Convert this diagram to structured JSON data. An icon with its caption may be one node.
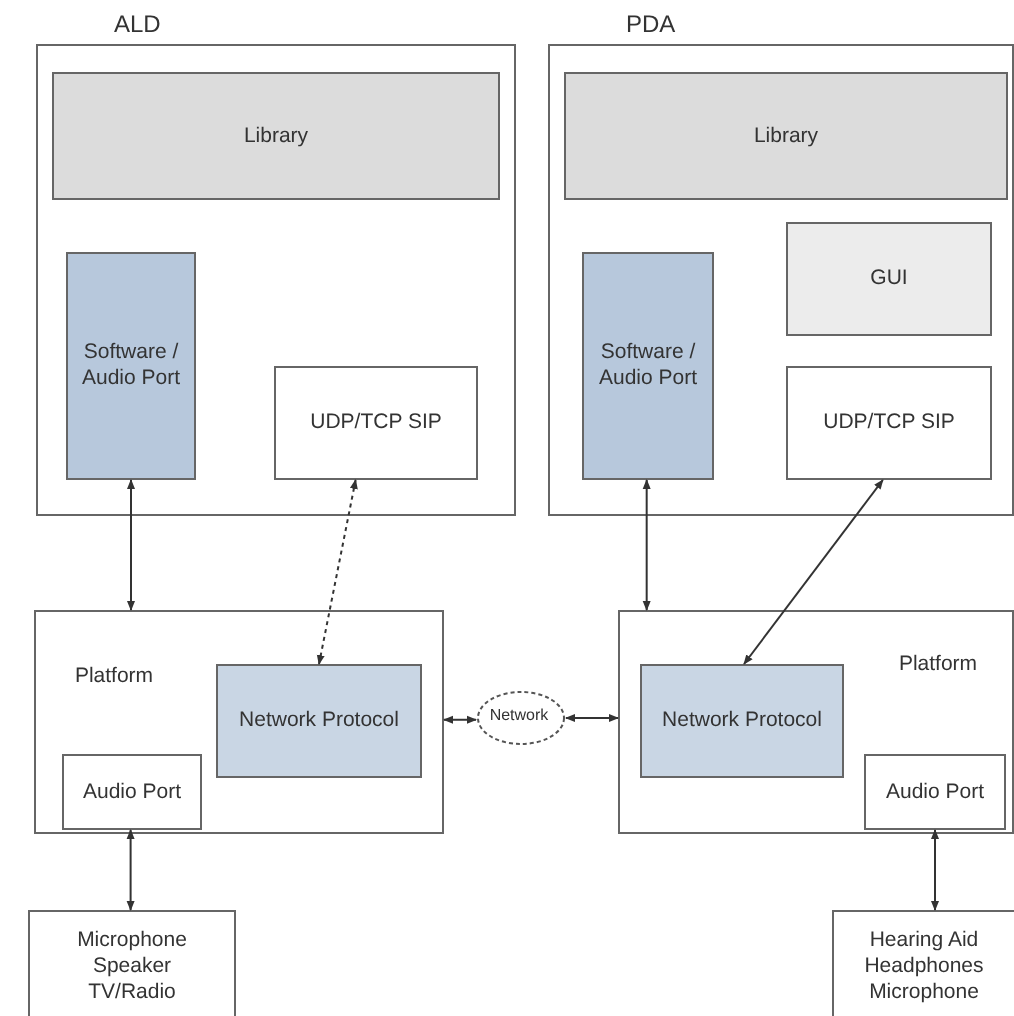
{
  "diagram": {
    "nodes": [
      {
        "text": [
          "ALD"
        ]
      },
      {
        "text": [
          "Library"
        ],
        "in": 0
      },
      {
        "text": [
          "Software / Audio Port"
        ],
        "in": 0
      },
      {
        "text": [
          "UDP/TCP SIP"
        ],
        "in": 0
      },
      {
        "text": [
          "PDA"
        ]
      },
      {
        "text": [
          "Library"
        ],
        "in": 4
      },
      {
        "text": [
          "GUI"
        ],
        "in": 4
      },
      {
        "text": [
          "Software / Audio Port"
        ],
        "in": 4
      },
      {
        "text": [
          "UDP/TCP SIP"
        ],
        "in": 4
      },
      {
        "text": [
          "Platform"
        ]
      },
      {
        "text": [
          "Network Protocol"
        ],
        "in": 9
      },
      {
        "text": [
          "Audio Port"
        ],
        "in": 9
      },
      {
        "text": [
          "Network"
        ]
      },
      {
        "text": [
          "Platform"
        ]
      },
      {
        "text": [
          "Network Protocol"
        ],
        "in": 13
      },
      {
        "text": [
          "Audio Port"
        ],
        "in": 13
      },
      {
        "text": [
          "Microphone Speaker TV/Radio"
        ]
      },
      {
        "text": [
          "Hearing Aid Headphones Microphone"
        ]
      }
    ],
    "edges": [
      {
        "from": 2,
        "to": 9,
        "arrow": "both"
      },
      {
        "from": 3,
        "to": 10,
        "arrow": "both",
        "style": "dashed"
      },
      {
        "from": 7,
        "to": 13,
        "arrow": "both"
      },
      {
        "from": 8,
        "to": 14,
        "arrow": "both"
      },
      {
        "from": 9,
        "to": 12,
        "arrow": "both"
      },
      {
        "from": 12,
        "to": 13,
        "arrow": "both"
      },
      {
        "from": 11,
        "to": 16,
        "arrow": "both"
      },
      {
        "from": 15,
        "to": 17,
        "arrow": "both"
      }
    ]
  }
}
